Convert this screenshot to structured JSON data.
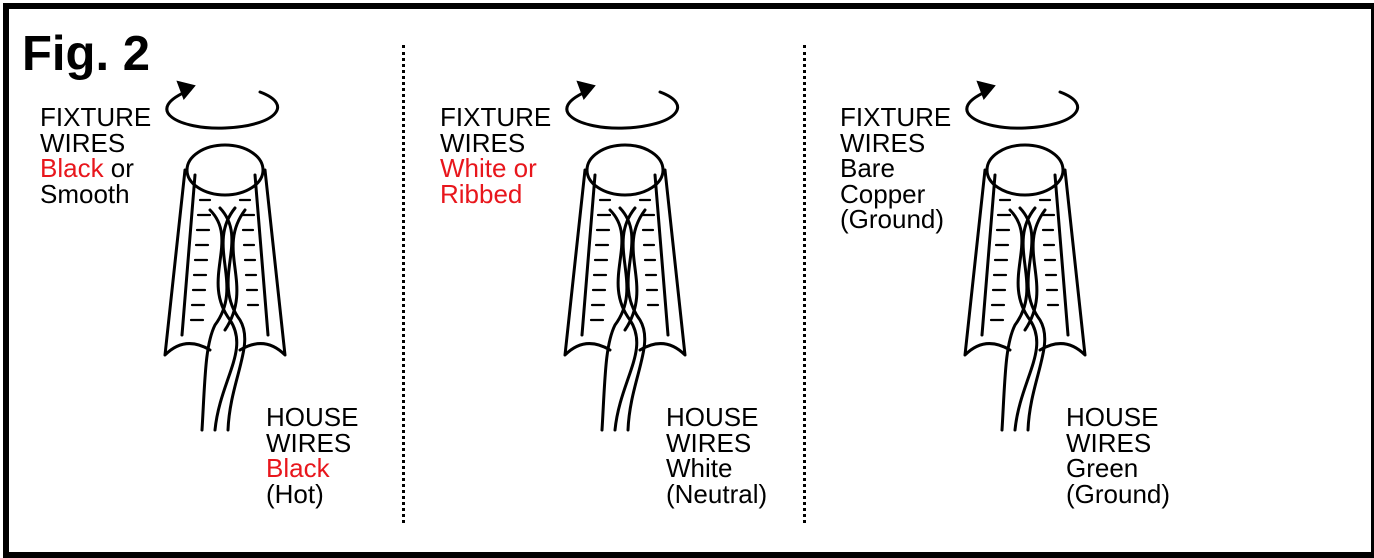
{
  "figure_title": "Fig. 2",
  "colors": {
    "highlight": "#e8161c",
    "ink": "#000000"
  },
  "panels": [
    {
      "fixture": {
        "line1": "FIXTURE",
        "line2": "WIRES",
        "line3": "Black",
        "line3b": " or",
        "line4": "Smooth"
      },
      "house": {
        "line1": "HOUSE",
        "line2": "WIRES",
        "line3": "Black",
        "line4": "(Hot)"
      }
    },
    {
      "fixture": {
        "line1": "FIXTURE",
        "line2": "WIRES",
        "line3": "White or",
        "line4": "Ribbed"
      },
      "house": {
        "line1": "HOUSE",
        "line2": "WIRES",
        "line3": "White",
        "line4": "(Neutral)"
      }
    },
    {
      "fixture": {
        "line1": "FIXTURE",
        "line2": "WIRES",
        "line3": "Bare",
        "line4": "Copper",
        "line5": "(Ground)"
      },
      "house": {
        "line1": "HOUSE",
        "line2": "WIRES",
        "line3": "Green",
        "line4": "(Ground)"
      }
    }
  ],
  "icons": [
    "rotate-arrow-icon",
    "wire-nut-icon"
  ]
}
